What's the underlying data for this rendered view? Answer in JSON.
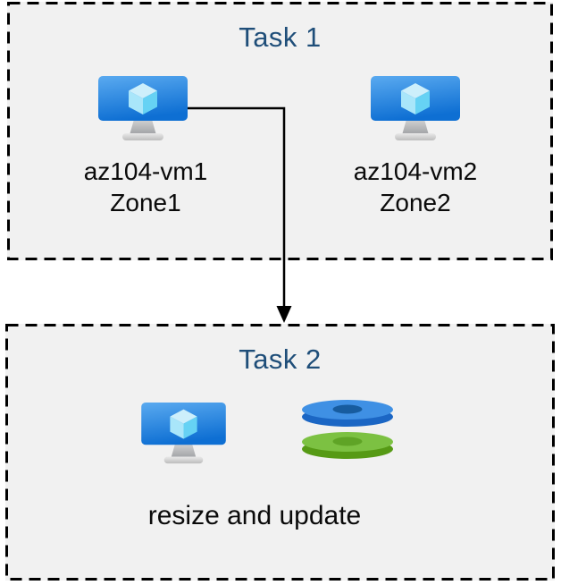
{
  "task1": {
    "title": "Task 1",
    "vms": [
      {
        "name": "az104-vm1",
        "zone": "Zone1",
        "icon": "virtual-machine-icon"
      },
      {
        "name": "az104-vm2",
        "zone": "Zone2",
        "icon": "virtual-machine-icon"
      }
    ]
  },
  "task2": {
    "title": "Task 2",
    "caption": "resize and update",
    "icons": [
      "virtual-machine-icon",
      "disks-icon"
    ]
  },
  "colors": {
    "box_fill": "#F1F1F1",
    "box_border": "#000000",
    "title_text": "#1F4E79",
    "label_text": "#0A0A0A",
    "vm_screen_top": "#5AAAF0",
    "vm_screen_bottom": "#0E6FD3",
    "disk_blue_top": "#3F90E4",
    "disk_blue_side": "#1B66C4",
    "disk_green_top": "#7CC142",
    "disk_green_side": "#569A15",
    "arrow": "#000000"
  }
}
